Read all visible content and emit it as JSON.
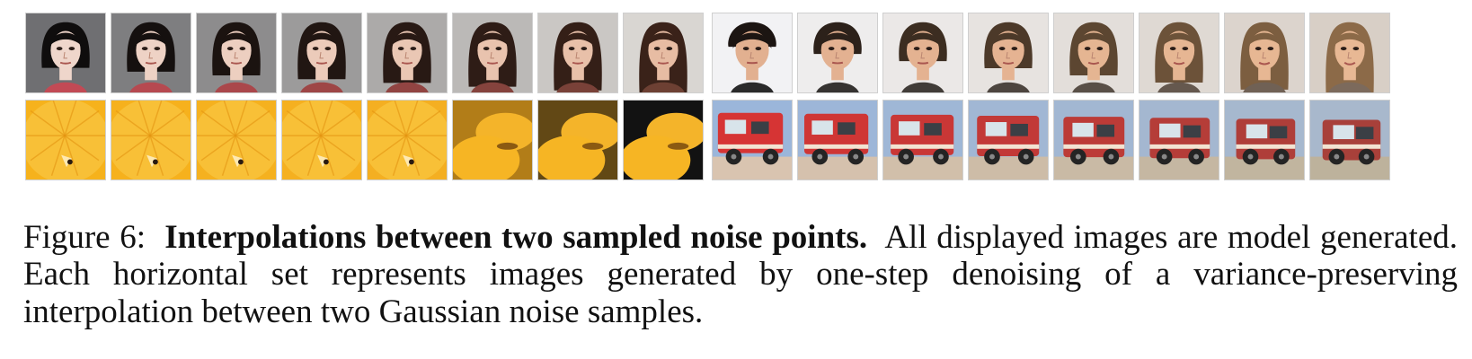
{
  "figure": {
    "caption_prefix": "Figure 6:",
    "caption_title": "Interpolations between two sampled noise points.",
    "caption_body": "All displayed images are model generated. Each horizontal set represents images generated by one-step denoising of a variance-preserving interpolation between two Gaussian noise samples.",
    "thumbnail_sets": [
      {
        "name": "faces-a",
        "row": 0,
        "block": 0,
        "subject": "portrait",
        "steps": 8
      },
      {
        "name": "faces-b",
        "row": 0,
        "block": 1,
        "subject": "portrait",
        "steps": 8
      },
      {
        "name": "orange",
        "row": 1,
        "block": 0,
        "subject": "orange",
        "steps": 8
      },
      {
        "name": "vehicle",
        "row": 1,
        "block": 1,
        "subject": "vehicle",
        "steps": 8
      }
    ]
  }
}
